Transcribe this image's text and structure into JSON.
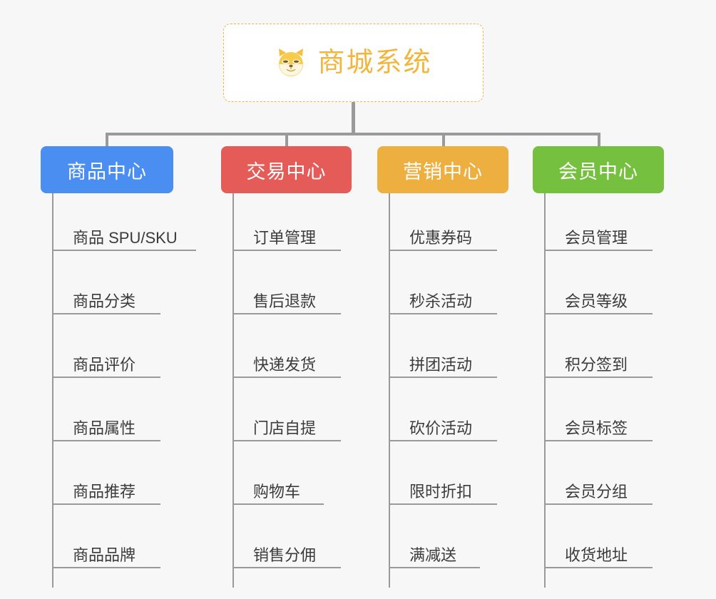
{
  "root": {
    "title": "商城系统",
    "icon": "shiba-dog-icon",
    "border_color": "#efb54a",
    "text_color": "#f2b63c",
    "background": "#ffffff"
  },
  "canvas": {
    "background": "#f7f7f7",
    "connector_color": "#9a9a9a"
  },
  "columns": [
    {
      "id": "product-center",
      "label": "商品中心",
      "color": "#4a8ef2",
      "items": [
        "商品 SPU/SKU",
        "商品分类",
        "商品评价",
        "商品属性",
        "商品推荐",
        "商品品牌"
      ]
    },
    {
      "id": "trade-center",
      "label": "交易中心",
      "color": "#e45b58",
      "items": [
        "订单管理",
        "售后退款",
        "快递发货",
        "门店自提",
        "购物车",
        "销售分佣"
      ]
    },
    {
      "id": "marketing-center",
      "label": "营销中心",
      "color": "#eeaf41",
      "items": [
        "优惠券码",
        "秒杀活动",
        "拼团活动",
        "砍价活动",
        "限时折扣",
        "满减送"
      ]
    },
    {
      "id": "member-center",
      "label": "会员中心",
      "color": "#76c040",
      "items": [
        "会员管理",
        "会员等级",
        "积分签到",
        "会员标签",
        "会员分组",
        "收货地址"
      ]
    }
  ]
}
